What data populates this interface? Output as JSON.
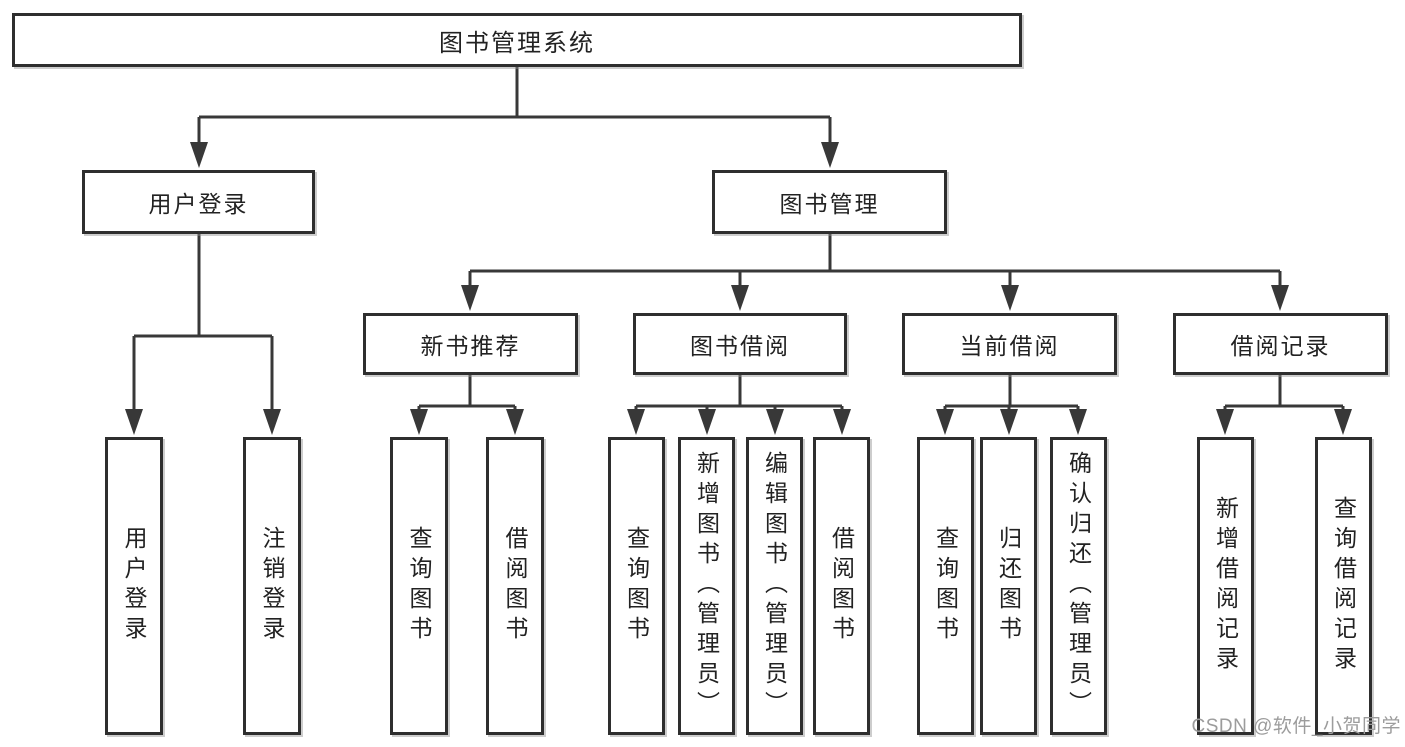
{
  "diagram": {
    "root": {
      "label": "图书管理系统"
    },
    "branches": [
      {
        "label": "用户登录",
        "children": [
          {
            "label": "用户登录"
          },
          {
            "label": "注销登录"
          }
        ]
      },
      {
        "label": "图书管理",
        "children": [
          {
            "label": "新书推荐",
            "children": [
              {
                "label": "查询图书"
              },
              {
                "label": "借阅图书"
              }
            ]
          },
          {
            "label": "图书借阅",
            "children": [
              {
                "label": "查询图书"
              },
              {
                "label": "新增图书（管理员）"
              },
              {
                "label": "编辑图书（管理员）"
              },
              {
                "label": "借阅图书"
              }
            ]
          },
          {
            "label": "当前借阅",
            "children": [
              {
                "label": "查询图书"
              },
              {
                "label": "归还图书"
              },
              {
                "label": "确认归还（管理员）"
              }
            ]
          },
          {
            "label": "借阅记录",
            "children": [
              {
                "label": "新增借阅记录"
              },
              {
                "label": "查询借阅记录"
              }
            ]
          }
        ]
      }
    ]
  },
  "watermark": {
    "text": "CSDN @软件_小贺同学"
  },
  "style": {
    "line_color": "#383838",
    "box_border_color": "#2e2e2e",
    "text_color": "#222222",
    "watermark_color": "#9c9c9c",
    "background": "#ffffff"
  }
}
